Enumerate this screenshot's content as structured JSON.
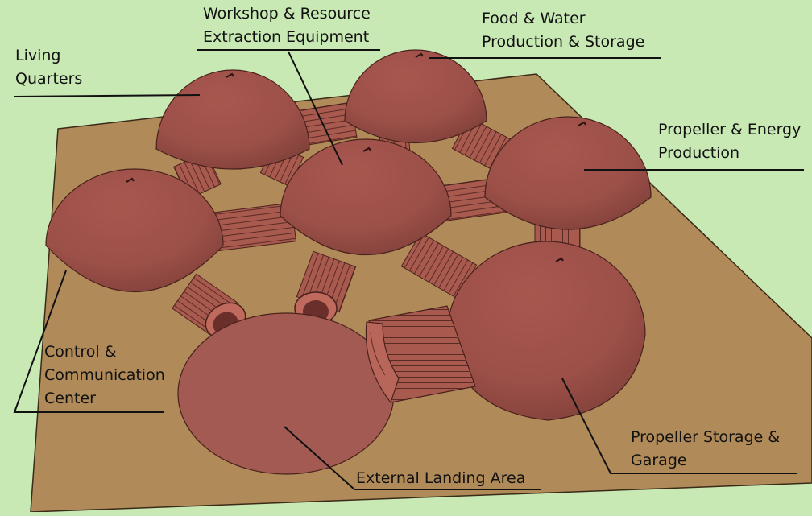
{
  "labels": {
    "workshop": [
      "Workshop & Resource",
      "Extraction Equipment"
    ],
    "food": [
      "Food & Water",
      "Production & Storage"
    ],
    "living": [
      "Living",
      "Quarters"
    ],
    "propeller_energy": [
      "Propeller & Energy",
      "Production"
    ],
    "control": [
      "Control &",
      "Communication",
      "Center"
    ],
    "garage": [
      "Propeller Storage &",
      "Garage"
    ],
    "landing": [
      "External Landing Area"
    ]
  },
  "colors": {
    "background": "#c8e8b4",
    "ground": "#b08a58",
    "dome": "#a0554e",
    "tunnel": "#a85a4f",
    "leader_line": "#111111"
  }
}
